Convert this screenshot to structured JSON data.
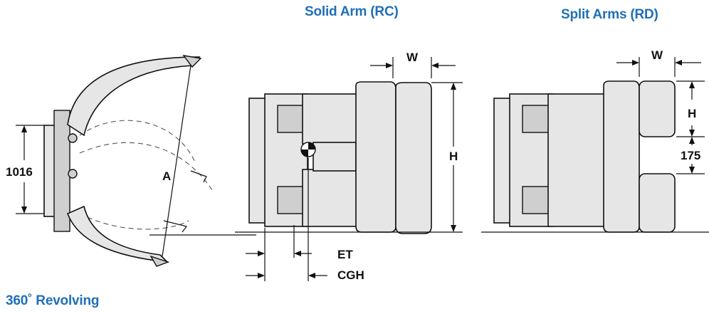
{
  "headings": {
    "solid_arm": "Solid Arm (RC)",
    "split_arms": "Split Arms (RD)",
    "revolving": "360˚ Revolving"
  },
  "dimensions": {
    "side_height": "1016",
    "arc": "A",
    "width_rc": "W",
    "height_rc": "H",
    "et": "ET",
    "cgh": "CGH",
    "width_rd": "W",
    "height_rd": "H",
    "gap_rd": "175"
  },
  "colors": {
    "heading": "#1f6fb8",
    "body": "#e6e6e6",
    "outline": "#111111"
  }
}
